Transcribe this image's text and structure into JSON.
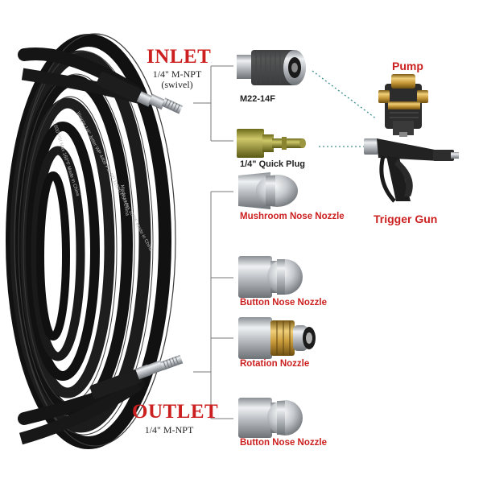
{
  "inlet": {
    "title": "INLET",
    "thread": "1/4\" M-NPT",
    "note": "(swivel)"
  },
  "outlet": {
    "title": "OUTLET",
    "thread": "1/4\" M-NPT"
  },
  "fittings": [
    {
      "label": "M22-14F"
    },
    {
      "label": "1/4\" Quick Plug"
    },
    {
      "label": "Mushroom Nose Nozzle"
    },
    {
      "label": "Button Nose Nozzle"
    },
    {
      "label": "Rotation Nozzle"
    },
    {
      "label": "Button Nose Nozzle"
    }
  ],
  "devices": {
    "pump": "Pump",
    "gun": "Trigger Gun"
  },
  "hose_print": [
    "Weight 1/4\" Jetter WP 4400 PSI BP 11000 PSI Max 160°F Made in China",
    "11000 PSI Max 160°F Made in China",
    "Made in China"
  ],
  "colors": {
    "accent_red": "#cc1f1f",
    "hose": "#141414",
    "brass": "#b98a2c",
    "steel": "#bfc3c7"
  }
}
